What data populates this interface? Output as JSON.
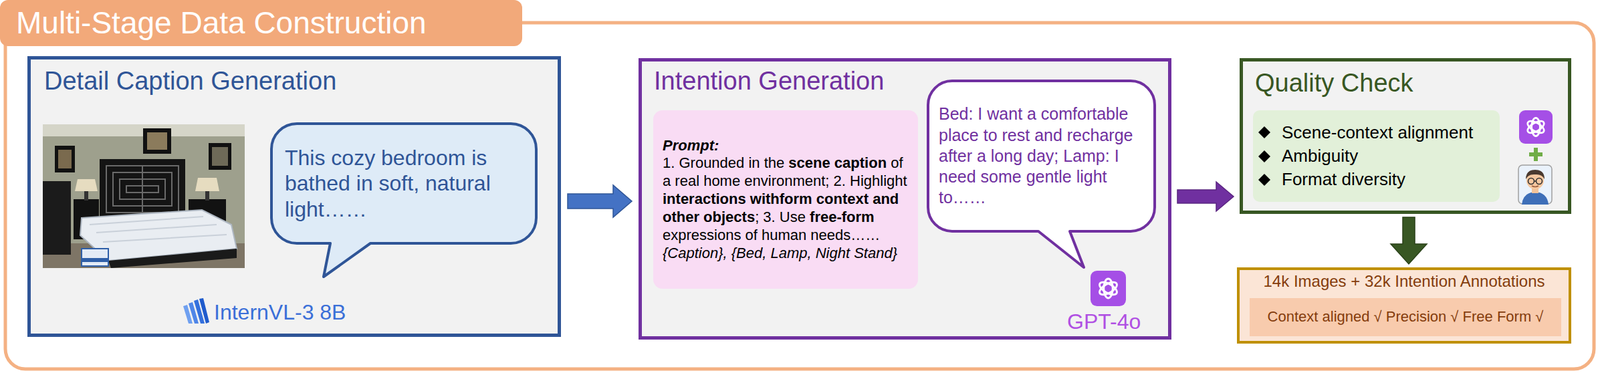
{
  "diagram": {
    "title": "Multi-Stage Data Construction",
    "nodes": [
      {
        "text": [
          "Detail Caption Generation",
          "InternVL-3 8B"
        ]
      },
      {
        "text": [
          "This cozy bedroom is bathed in soft, natural light……"
        ],
        "in": 0
      },
      {
        "text": [
          "Intention Generation",
          "GPT-4o"
        ]
      },
      {
        "text": [
          "Prompt:",
          "1. Grounded in the scene caption of a real home environment; 2. Highlight interactions withform context and other objects; 3. Use free-form expressions of human needs……{Caption}, {Bed, Lamp, Night Stand}"
        ],
        "in": 2
      },
      {
        "text": [
          "Bed: I want a comfortable place to rest and recharge after a long day; Lamp: I need some gentle light to……"
        ],
        "in": 2
      },
      {
        "text": [
          "Quality Check"
        ]
      },
      {
        "text": [
          "Scene-context alignment",
          "Ambiguity",
          "Format diversity"
        ],
        "in": 5
      },
      {
        "text": [
          "14k Images + 32k Intention Annotations"
        ]
      },
      {
        "text": [
          "Context aligned √ Precision √ Free Form √"
        ],
        "in": 7
      }
    ],
    "edges": [
      {
        "from": 0,
        "to": 2,
        "arrow": "to"
      },
      {
        "from": 2,
        "to": 5,
        "arrow": "to"
      },
      {
        "from": 5,
        "to": 7,
        "arrow": "to"
      }
    ]
  }
}
